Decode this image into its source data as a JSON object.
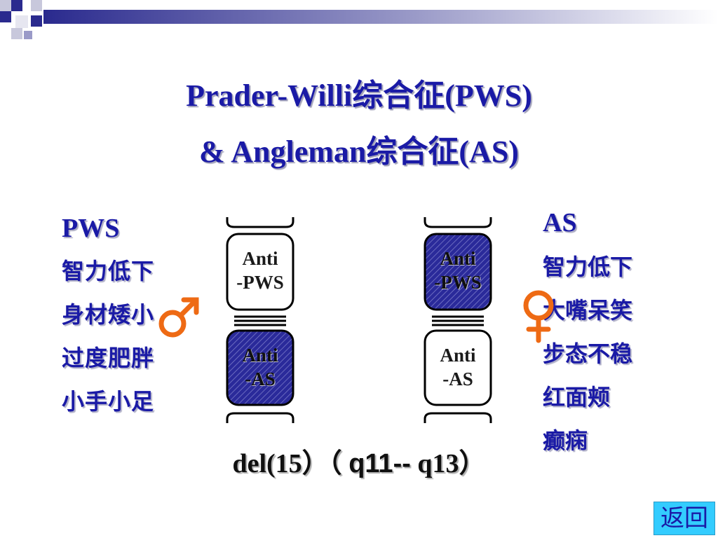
{
  "slide": {
    "title_line1": "Prader-Willi综合征(PWS)",
    "title_line2": "& Angleman综合征(AS)"
  },
  "pws": {
    "heading": "PWS",
    "symptoms": [
      "智力低下",
      "身材矮小",
      "过度肥胖",
      "小手小足"
    ]
  },
  "as": {
    "heading": "AS",
    "symptoms": [
      "智力低下",
      "大嘴呆笑",
      "步态不稳",
      "红面颊",
      "癫痫"
    ]
  },
  "chromosomes": {
    "paternal": {
      "top_box": {
        "line1": "Anti",
        "line2": "-PWS",
        "state": "unshaded"
      },
      "bottom_box": {
        "line1": "Anti",
        "line2": "-AS",
        "state": "shaded"
      },
      "symbol": "male-symbol-icon"
    },
    "maternal": {
      "top_box": {
        "line1": "Anti",
        "line2": "-PWS",
        "state": "shaded"
      },
      "bottom_box": {
        "line1": "Anti",
        "line2": "-AS",
        "state": "unshaded"
      },
      "symbol": "female-symbol-icon"
    }
  },
  "deletion": {
    "part1": "del(15）（ ",
    "part2": "q11--",
    "part3": " q13）"
  },
  "nav": {
    "back_label": "返回"
  },
  "colors": {
    "title": "#1a1aa6",
    "shaded_box": "#2a2a9a",
    "symbol": "#ee6a14",
    "back_button": "#33ccff"
  }
}
